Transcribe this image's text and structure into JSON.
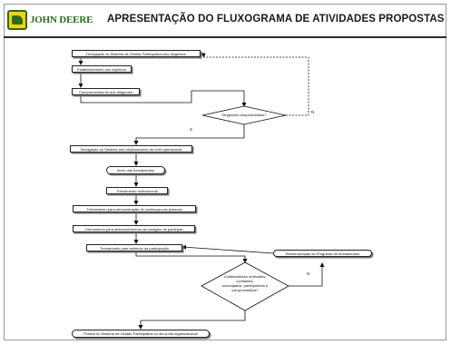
{
  "header": {
    "brand": "JOHN DEERE",
    "title": "APRESENTAÇÃO DO FLUXOGRAMA DE ATIVIDADES PROPOSTAS"
  },
  "flowchart": {
    "nodes": {
      "n1": "Divulgação do Sistema de Gestão Participativa aos dirigentes",
      "n2": "Estabelecimento dos objetivos",
      "n3": "Comprometimento dos dirigentes",
      "d1": "Dirigentes comprometidos?",
      "n4": "Divulgação do Sistema aos colaboradores de nível operacional",
      "n5": "Início dos treinamentos",
      "n6": "Treinamento motivacional",
      "n7": "Treinamento para demonstração de confiança nas pessoas",
      "n8": "Treinamento para desenvolvimento da coragem de participar",
      "n9": "Treinamento para estímulo da participação",
      "d2": "Colaboradores motivados,\nconfiantes,\nencorajados, participativos e\ncomprometidos?",
      "n10": "Reestruturação do Programa de treinamentos",
      "n11": "Prática do Sistema de Gestão Participativa no dia-a-dia organizacional"
    },
    "edge_labels": {
      "d1_yes": "S",
      "d1_no": "N",
      "d2_no": "N"
    }
  }
}
